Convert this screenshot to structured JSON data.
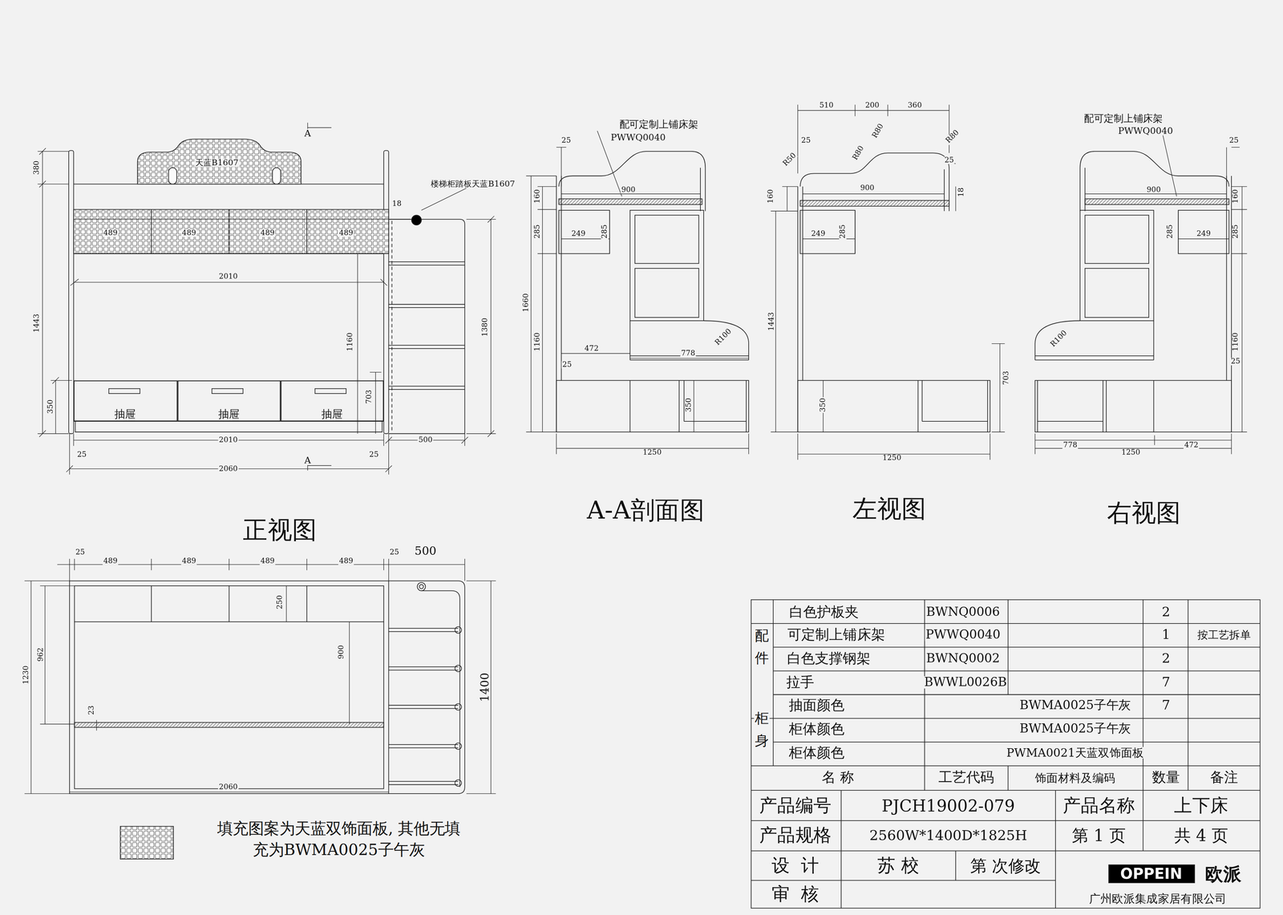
{
  "diagram": {
    "nodes": [
      {
        "text": [
          "天蓝B1607"
        ]
      },
      {
        "text": [
          "抽屉"
        ]
      },
      {
        "text": [
          "抽屉"
        ]
      },
      {
        "text": [
          "抽屉"
        ]
      }
    ],
    "labels": [
      "A",
      "380",
      "楼梯柜踏板天蓝B1607",
      "18",
      "489",
      "489",
      "489",
      "489",
      "2010",
      "1443",
      "1380",
      "1160",
      "703",
      "350",
      "2010",
      "500",
      "25",
      "25",
      "A",
      "2060",
      "正视图",
      "配可定制上铺床架",
      "PWWQ0040",
      "25",
      "900",
      "160",
      "285",
      "249",
      "285",
      "1660",
      "1160",
      "472",
      "778",
      "R100",
      "25",
      "350",
      "1250",
      "A-A剖面图",
      "510",
      "200",
      "360",
      "R80",
      "R80",
      "R80",
      "R50",
      "25",
      "25",
      "900",
      "18",
      "160",
      "249",
      "285",
      "1443",
      "703",
      "350",
      "1250",
      "左视图",
      "配可定制上铺床架",
      "PWWQ0040",
      "25",
      "900",
      "160",
      "285",
      "249",
      "285",
      "R100",
      "1160",
      "25",
      "778",
      "1250",
      "472",
      "右视图",
      "25",
      "489",
      "489",
      "489",
      "489",
      "25",
      "500",
      "250",
      "962",
      "1230",
      "900",
      "1400",
      "23",
      "2060",
      "配件",
      "白色护板夹",
      "BWNQ0006",
      "2",
      "可定制上铺床架",
      "PWWQ0040",
      "1",
      "按工艺拆单",
      "白色支撑钢架",
      "BWNQ0002",
      "2",
      "拉手",
      "BWWL0026B",
      "7",
      "柜身",
      "抽面颜色",
      "BWMA0025子午灰",
      "7",
      "柜体颜色",
      "BWMA0025子午灰",
      "柜体颜色",
      "PWMA0021天蓝双饰面板",
      "名 称",
      "工艺代码",
      "饰面材料及编码",
      "数量",
      "备注",
      "产品编号",
      "PJCH19002-079",
      "产品名称",
      "上下床",
      "产品规格",
      "2560W*1400D*1825H",
      "第 1 页",
      "共 4 页",
      "设  计",
      "苏 校",
      "第 次修改",
      "审  核",
      "OPPEIN",
      "欧派",
      "广州欧派集成家居有限公司"
    ],
    "legend": [
      {
        "text": "填充图案为天蓝双饰面板, 其他无填充为BWMA0025子午灰"
      }
    ]
  }
}
